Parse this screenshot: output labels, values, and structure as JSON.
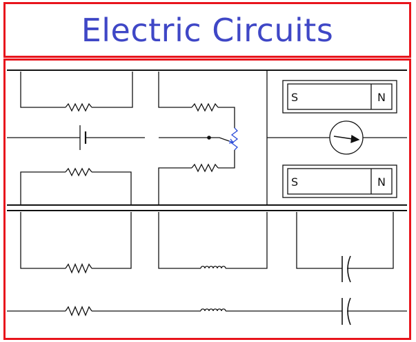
{
  "header": {
    "title": "Electric Circuits"
  },
  "magnets": {
    "top": {
      "south_label": "S",
      "north_label": "N"
    },
    "bottom": {
      "south_label": "S",
      "north_label": "N"
    }
  },
  "colors": {
    "frame": "#e8141c",
    "title": "#3f47c6",
    "wire": "#111111",
    "rheostat": "#2a4bd8"
  },
  "icons": [
    "resistor-icon",
    "cell-icon",
    "rheostat-icon",
    "inductor-icon",
    "capacitor-icon",
    "galvanometer-icon",
    "bar-magnet-icon"
  ]
}
